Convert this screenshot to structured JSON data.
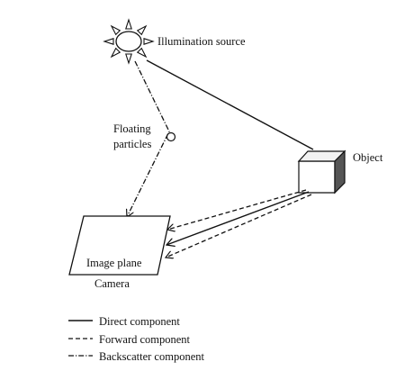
{
  "labels": {
    "illumination_source": "Illumination source",
    "floating_particles_line1": "Floating",
    "floating_particles_line2": "particles",
    "object": "Object",
    "image_plane": "Image plane",
    "camera": "Camera"
  },
  "legend": [
    {
      "style": "solid",
      "label": "Direct component"
    },
    {
      "style": "dashed",
      "label": "Forward component"
    },
    {
      "style": "dashdot",
      "label": "Backscatter component"
    }
  ],
  "icons": {
    "sun": "sun-icon",
    "particle": "particle-circle",
    "object": "cube-icon",
    "image_plane": "parallelogram"
  },
  "colors": {
    "line": "#111111",
    "background": "#ffffff"
  }
}
